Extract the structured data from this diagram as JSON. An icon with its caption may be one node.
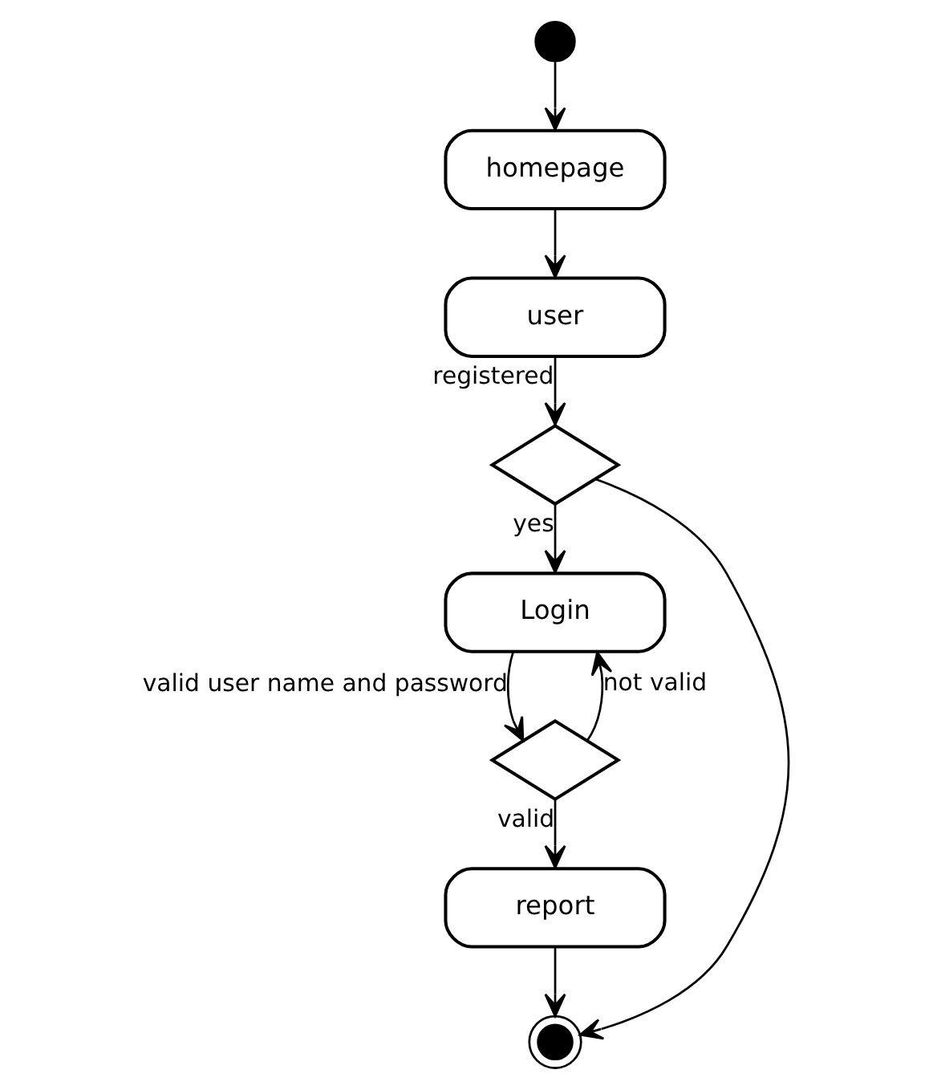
{
  "diagram": {
    "nodes": [
      {
        "text": [],
        "shape": "circle"
      },
      {
        "text": [
          "homepage"
        ]
      },
      {
        "text": [
          "user"
        ]
      },
      {
        "text": [],
        "shape": "diamond"
      },
      {
        "text": [
          "Login"
        ]
      },
      {
        "text": [],
        "shape": "diamond"
      },
      {
        "text": [
          "report"
        ]
      },
      {
        "text": [],
        "shape": "bullseye"
      }
    ],
    "edges": [
      {
        "from": 0,
        "to": 1,
        "arrow": "to"
      },
      {
        "from": 1,
        "to": 2,
        "arrow": "to"
      },
      {
        "from": 2,
        "to": 3,
        "arrow": "to",
        "label": "registered"
      },
      {
        "from": 3,
        "to": 4,
        "arrow": "to",
        "label": "yes"
      },
      {
        "from": 4,
        "to": 5,
        "arrow": "to",
        "label": "valid user name and password"
      },
      {
        "from": 5,
        "to": 4,
        "arrow": "to",
        "label": "not valid"
      },
      {
        "from": 5,
        "to": 6,
        "arrow": "to",
        "label": "valid"
      },
      {
        "from": 6,
        "to": 7,
        "arrow": "to"
      },
      {
        "from": 3,
        "to": 7,
        "arrow": "to"
      }
    ]
  }
}
